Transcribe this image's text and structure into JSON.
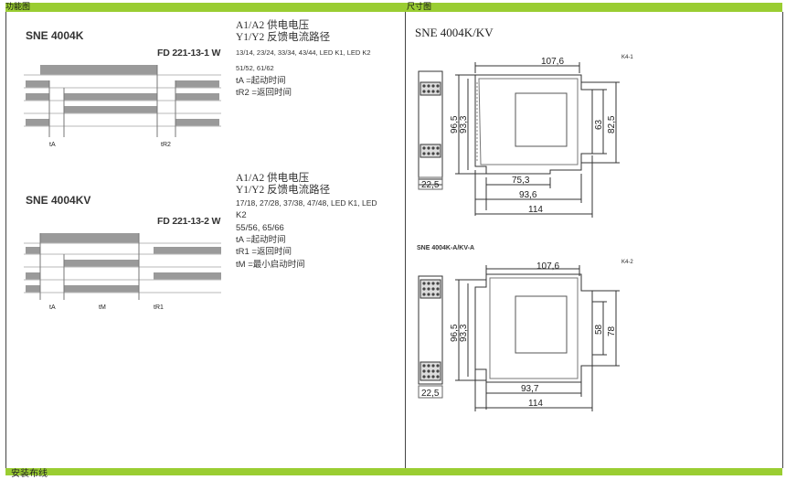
{
  "header": {
    "left_title": "功能图",
    "right_title": "尺寸图"
  },
  "diagram1": {
    "title": "SNE 4004K",
    "code": "FD 221-13-1 W",
    "time_labels": [
      "tA",
      "tR2"
    ]
  },
  "diagram2": {
    "title": "SNE 4004KV",
    "code": "FD 221-13-2 W",
    "time_labels": [
      "tA",
      "tM",
      "tR1"
    ]
  },
  "desc1": {
    "line1": "A1/A2   供电电压",
    "line2": "Y1/Y2  反馈电流路径",
    "line3": "13/14, 23/24, 33/34, 43/44, LED K1, LED K2",
    "line4": "51/52, 61/62",
    "line5": "tA =起动时间",
    "line6": "tR2 =返回时间"
  },
  "desc2": {
    "line1": "A1/A2   供电电压",
    "line2": "Y1/Y2  反馈电流路径",
    "line3": "17/18, 27/28, 37/38, 47/48, LED K1, LED",
    "line4": "K2",
    "line5": "55/56, 65/66",
    "line6": "tA =起动时间",
    "line7": "tR1 =返回时间",
    "line8": "tM =最小启动时间"
  },
  "dims1": {
    "title": "SNE 4004K/KV",
    "tag": "K4-1",
    "width_top": "107,6",
    "height_outer": "96,5",
    "height_inner": "93,3",
    "h_right1": "63",
    "h_right2": "82,5",
    "side_width": "22,5",
    "b1": "75,3",
    "b2": "93,6",
    "b3": "114"
  },
  "dims2": {
    "title": "SNE 4004K-A/KV-A",
    "tag": "K4-2",
    "width_top": "107,6",
    "height_outer": "96,5",
    "height_inner": "93,3",
    "h_right1": "58",
    "h_right2": "78",
    "side_width": "22,5",
    "b1": "93,7",
    "b2": "114"
  },
  "footer": {
    "label": "安装布线"
  }
}
